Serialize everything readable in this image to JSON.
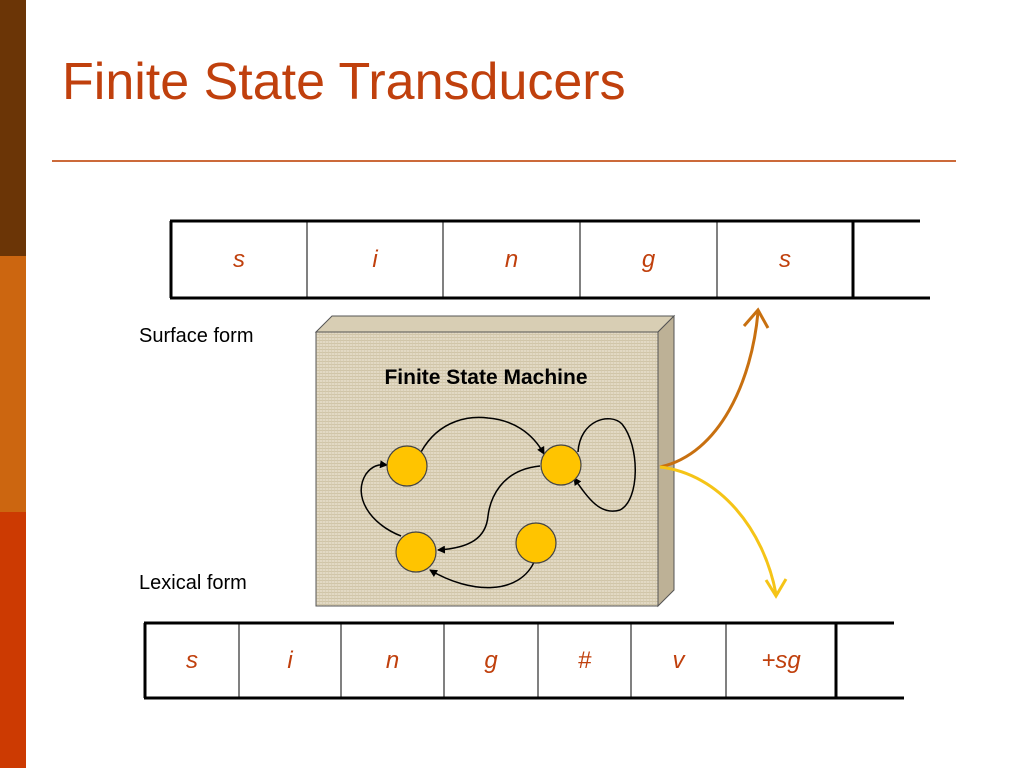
{
  "slide": {
    "title": "Finite State Transducers"
  },
  "surface": {
    "label": "Surface form",
    "cells": [
      "s",
      "i",
      "n",
      "g",
      "s",
      ""
    ]
  },
  "lexical": {
    "label": "Lexical form",
    "cells": [
      "s",
      "i",
      "n",
      "g",
      "#",
      "v",
      "+sg",
      ""
    ]
  },
  "machine": {
    "title": "Finite State Machine",
    "state_color": "#ffc400",
    "box_color": "#e2d9c4"
  },
  "colors": {
    "title": "#c0400d",
    "stripe_top": "#6b3506",
    "stripe_mid": "#cc6610",
    "stripe_bottom": "#cc3a02",
    "arrow_surface": "#c87010",
    "arrow_lexical": "#f5c417"
  }
}
